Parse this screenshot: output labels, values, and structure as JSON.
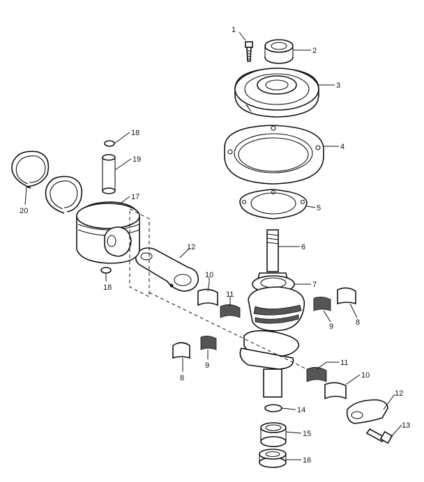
{
  "callouts": {
    "c1": "1",
    "c2": "2",
    "c3": "3",
    "c4": "4",
    "c5": "5",
    "c6": "6",
    "c7": "7",
    "c8a": "8",
    "c8b": "8",
    "c9a": "9",
    "c9b": "9",
    "c10a": "10",
    "c10b": "10",
    "c11a": "11",
    "c11b": "11",
    "c12a": "12",
    "c12b": "12",
    "c13": "13",
    "c14": "14",
    "c15": "15",
    "c16": "16",
    "c17": "17",
    "c18a": "18",
    "c18b": "18",
    "c19": "19",
    "c20": "20"
  }
}
